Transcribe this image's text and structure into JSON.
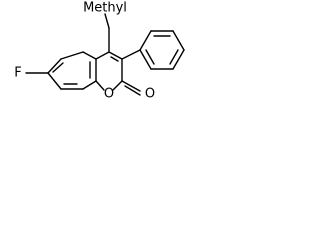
{
  "molecule": {
    "atoms": {
      "fluorine": "F",
      "methyl": "Methyl",
      "ring_oxygen": "O",
      "carbonyl_oxygen": "O"
    }
  },
  "colors": {
    "background": "#ffffff",
    "ink": "#000000"
  }
}
